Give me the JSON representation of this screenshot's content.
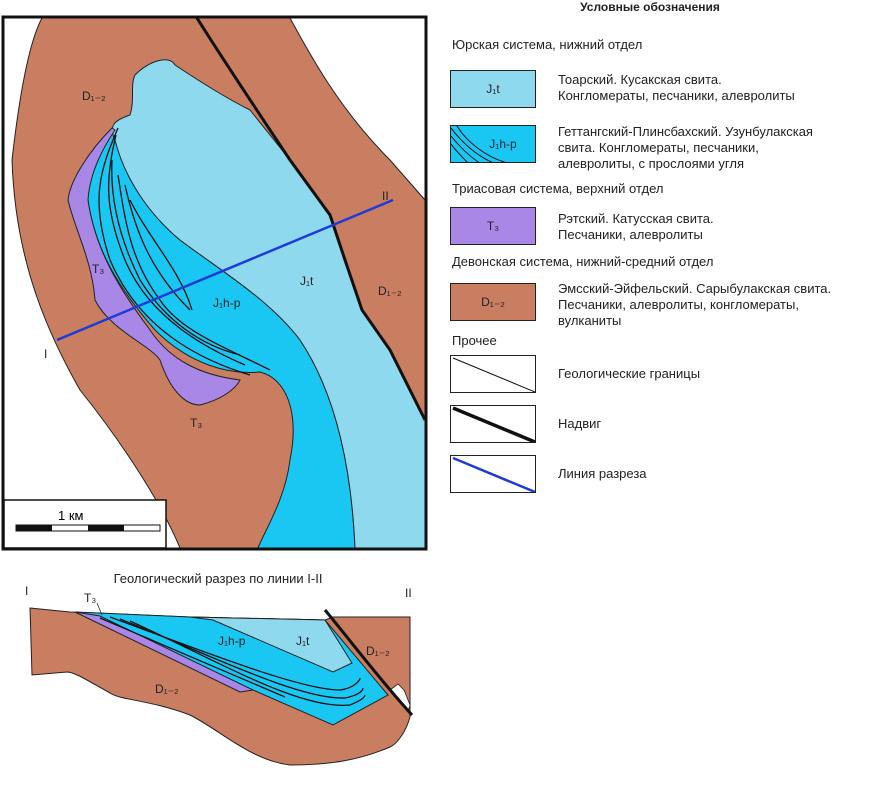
{
  "colors": {
    "devonian": "#c97d61",
    "triassic": "#a987e6",
    "jurassic_t": "#8fd9ee",
    "jurassic_hp": "#19c7f2",
    "section_line": "#1f3ad6",
    "fault": "#111111"
  },
  "map": {
    "labels": {
      "d_left": "D₁₋₂",
      "d_right": "D₁₋₂",
      "j1t": "J₁t",
      "j1hp": "J₁h-p",
      "t3_upper": "T₃",
      "t3_lower": "T₃",
      "point_i": "I",
      "point_ii": "II"
    },
    "scale_label": "1 км"
  },
  "section": {
    "title": "Геологический разрез по линии I-II",
    "end_left": "I",
    "end_right": "II",
    "labels": {
      "t3": "T₃",
      "j1hp": "J₁h-p",
      "j1t": "J₁t",
      "d_right": "D₁₋₂",
      "d_bottom": "D₁₋₂"
    }
  },
  "legend": {
    "title": "Условные обозначения",
    "groups": [
      {
        "header": "Юрская система, нижний отдел"
      },
      {
        "header": "Триасовая система, верхний отдел"
      },
      {
        "header": "Девонская система, нижний-средний отдел"
      },
      {
        "header": "Прочее"
      }
    ],
    "items": [
      {
        "code": "J₁t",
        "text": "Тоарский. Кусакская свита.\nКонгломераты, песчаники, алевролиты"
      },
      {
        "code": "J₁h-p",
        "text": "Геттангский-Плинсбахский. Узунбулакская\nсвита. Конгломераты, песчаники,\nалевролиты, с прослоями угля"
      },
      {
        "code": "T₃",
        "text": "Рэтский. Катусская свита.\nПесчаники, алевролиты"
      },
      {
        "code": "D₁₋₂",
        "text": "Эмсский-Эйфельский. Сарыбулакская свита.\nПесчаники, алевролиты, конгломераты,\nвулканиты"
      },
      {
        "text": "Геологические границы"
      },
      {
        "text": "Надвиг"
      },
      {
        "text": "Линия разреза"
      }
    ]
  }
}
